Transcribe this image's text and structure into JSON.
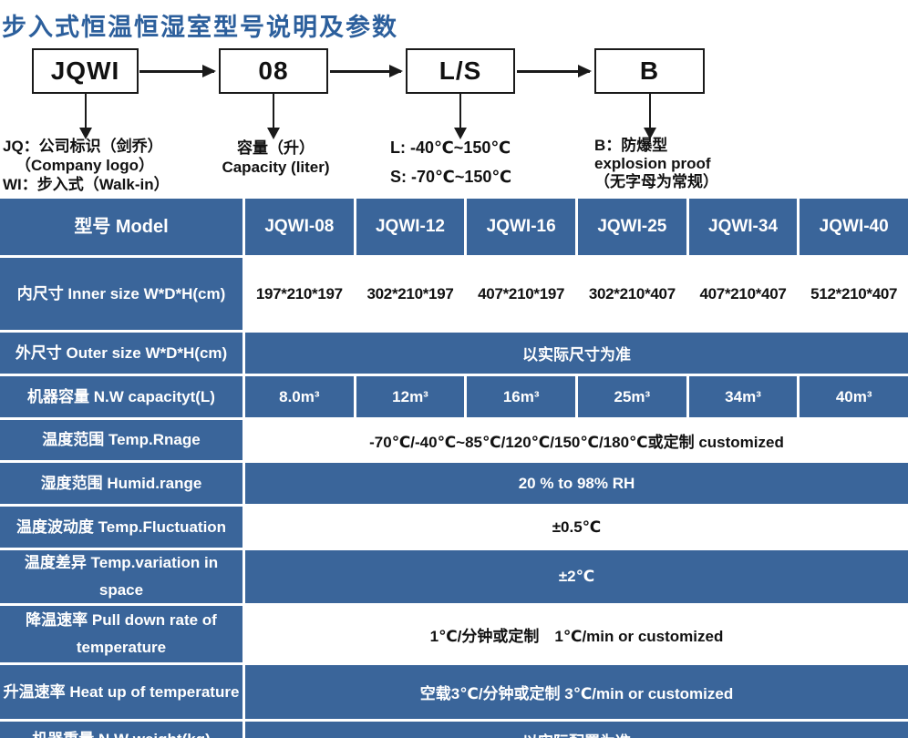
{
  "title": "步入式恒温恒湿室型号说明及参数",
  "colors": {
    "table_blue": "#3a659a",
    "title_blue": "#2c5f9c",
    "line_black": "#1a1a1a"
  },
  "flowchart": {
    "boxes": {
      "b1": "JQWI",
      "b2": "08",
      "b3": "L/S",
      "b4": "B"
    },
    "notes": {
      "jqwi": [
        "JQ：公司标识（剑乔）",
        "（Company logo）",
        "WI：步入式（Walk-in）"
      ],
      "capacity": [
        "容量（升）",
        "Capacity (liter)"
      ],
      "ls": [
        "L: -40℃~150℃",
        "S: -70℃~150℃"
      ],
      "b": [
        "B：防爆型",
        "explosion proof",
        "（无字母为常规）"
      ]
    }
  },
  "table": {
    "header": {
      "label": "型号 Model",
      "models": [
        "JQWI-08",
        "JQWI-12",
        "JQWI-16",
        "JQWI-25",
        "JQWI-34",
        "JQWI-40"
      ]
    },
    "rows": [
      {
        "label": "内尺寸 Inner size W*D*H(cm)",
        "values": [
          "197*210*197",
          "302*210*197",
          "407*210*197",
          "302*210*407",
          "407*210*407",
          "512*210*407"
        ]
      },
      {
        "label": "外尺寸 Outer size W*D*H(cm)",
        "value": "以实际尺寸为准"
      },
      {
        "label": "机器容量 N.W capacityt(L)",
        "values": [
          "8.0m³",
          "12m³",
          "16m³",
          "25m³",
          "34m³",
          "40m³"
        ]
      },
      {
        "label": "温度范围 Temp.Rnage",
        "value": "-70℃/-40℃~85℃/120℃/150℃/180℃或定制 customized"
      },
      {
        "label": "湿度范围 Humid.range",
        "value": "20 % to 98% RH"
      },
      {
        "label": "温度波动度 Temp.Fluctuation",
        "value": "±0.5℃"
      },
      {
        "label": "温度差异 Temp.variation in space",
        "value": "±2℃"
      },
      {
        "label": "降温速率 Pull down rate of temperature",
        "value": "1℃/分钟或定制　1℃/min or customized"
      },
      {
        "label": "升温速率 Heat up of temperature",
        "value": "空载3℃/分钟或定制 3℃/min or customized"
      },
      {
        "label": "机器重量 N.W weight(kg)",
        "value": "以实际配置为准"
      }
    ]
  }
}
